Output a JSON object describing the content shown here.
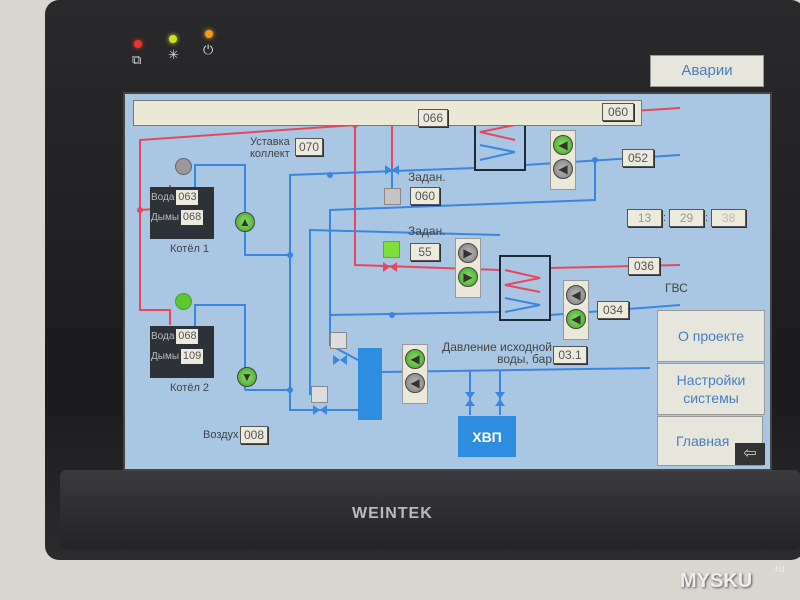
{
  "panel": {
    "brand": "WEINTEK",
    "leds": [
      {
        "icon": "network-icon",
        "color": "#e33"
      },
      {
        "icon": "backlight-icon",
        "color": "#cde21a"
      },
      {
        "icon": "power-icon",
        "color": "#f59a1a"
      }
    ]
  },
  "alarm_bar": {
    "text": ""
  },
  "buttons": {
    "alarms": "Аварии",
    "about": "О проекте",
    "settings": "Настройки системы",
    "main": "Главная"
  },
  "setpoint_collector": {
    "label": "Уставка коллект",
    "value": "070"
  },
  "supply_temp": "066",
  "heating": {
    "supply": "060",
    "return": "052",
    "set_label": "Задан.",
    "set_value": "060"
  },
  "dhw": {
    "label": "ГВС",
    "supply": "036",
    "return": "034",
    "set_label": "Задан.",
    "set_value": "55"
  },
  "clock": {
    "h": "13",
    "m": "29",
    "s": "38",
    "sep": ":"
  },
  "boiler1": {
    "name": "Котёл 1",
    "water_label": "Вода",
    "water": "063",
    "flue_label": "Дымы",
    "flue": "068",
    "status": "off"
  },
  "boiler2": {
    "name": "Котёл 2",
    "water_label": "Вода",
    "water": "068",
    "flue_label": "Дымы",
    "flue": "109",
    "status": "on"
  },
  "pressure": {
    "label": "Давление исходной воды, бар",
    "value": "03.1"
  },
  "air": {
    "label": "Воздух",
    "value": "008"
  },
  "water_treatment": {
    "label": "ХВП"
  },
  "watermark": "MYSKU",
  "watermark_sub": ".ru",
  "colors": {
    "hot": "#e8475a",
    "cold": "#3a86e0",
    "screen": "#a9c7e3",
    "accent": "#4a7cc0"
  }
}
